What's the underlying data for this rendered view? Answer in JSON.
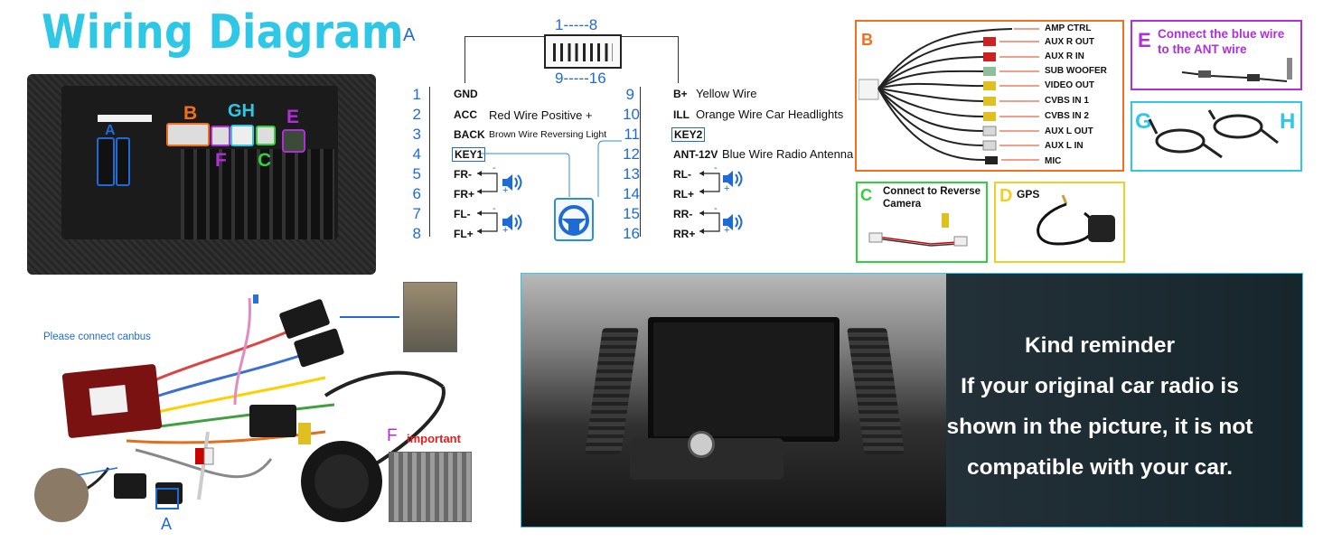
{
  "title": "Wiring Diagram",
  "unit_labels": {
    "a": "A",
    "b": "B",
    "gh": "GH",
    "e": "E",
    "f": "F",
    "c": "C"
  },
  "pin_diagram": {
    "section": "A",
    "range_top": "1-----8",
    "range_bottom": "9-----16",
    "left_pins": [
      {
        "num": "1",
        "name": "GND",
        "desc": ""
      },
      {
        "num": "2",
        "name": "ACC",
        "desc": "Red Wire Positive +"
      },
      {
        "num": "3",
        "name": "BACK",
        "desc": "Brown Wire Reversing Light"
      },
      {
        "num": "4",
        "name": "KEY1",
        "desc": ""
      },
      {
        "num": "5",
        "name": "FR-",
        "desc": ""
      },
      {
        "num": "6",
        "name": "FR+",
        "desc": ""
      },
      {
        "num": "7",
        "name": "FL-",
        "desc": ""
      },
      {
        "num": "8",
        "name": "FL+",
        "desc": ""
      }
    ],
    "right_pins": [
      {
        "num": "9",
        "name": "B+",
        "desc": "Yellow Wire"
      },
      {
        "num": "10",
        "name": "ILL",
        "desc": "Orange Wire Car Headlights"
      },
      {
        "num": "11",
        "name": "KEY2",
        "desc": ""
      },
      {
        "num": "12",
        "name": "ANT-12V",
        "desc": "Blue Wire Radio Antenna"
      },
      {
        "num": "13",
        "name": "RL-",
        "desc": ""
      },
      {
        "num": "14",
        "name": "RL+",
        "desc": ""
      },
      {
        "num": "15",
        "name": "RR-",
        "desc": ""
      },
      {
        "num": "16",
        "name": "RR+",
        "desc": ""
      }
    ],
    "minus": "-",
    "plus": "+"
  },
  "panel_b": {
    "label": "B",
    "rows": [
      "AMP CTRL",
      "AUX  R  OUT",
      "AUX  R  IN",
      "SUB  WOOFER",
      "VIDEO  OUT",
      "CVBS IN 1",
      "CVBS IN 2",
      "AUX  L  OUT",
      "AUX  L  IN",
      "MIC"
    ],
    "rca_colors": [
      "#cc2222",
      "#cc2222",
      "#8fbf9a",
      "#e0c020",
      "#e0c020",
      "#e0c020",
      "#d8d8d8",
      "#d8d8d8",
      "#222222"
    ]
  },
  "panel_c": {
    "label": "C",
    "text": "Connect to Reverse Camera"
  },
  "panel_d": {
    "label": "D",
    "text": "GPS"
  },
  "panel_e": {
    "label": "E",
    "text": "Connect the blue wire to the ANT wire"
  },
  "panel_gh": {
    "label_g": "G",
    "label_h": "H"
  },
  "harness": {
    "canbus_note": "Please connect canbus",
    "label_a": "A",
    "label_f": "F",
    "important": "important"
  },
  "reminder": {
    "heading": "Kind reminder",
    "lines": [
      "If your original car radio is",
      "shown in the picture, it is not",
      "compatible with your car."
    ]
  },
  "colors": {
    "accent_cyan": "#2ec8e6",
    "blue": "#1f6bd6",
    "orange": "#f07020",
    "purple": "#b02fd8",
    "green": "#2ed23a",
    "yellow": "#f0d020",
    "red": "#e0201c"
  }
}
